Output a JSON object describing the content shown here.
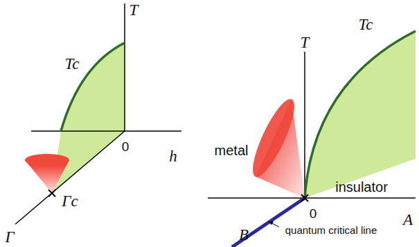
{
  "diagram": {
    "labels": [
      "T",
      "Tc",
      "0",
      "h",
      "Γc",
      "Γ",
      "T",
      "Tc",
      "metal",
      "insulator",
      "0",
      "A",
      "B",
      "quantum critical line"
    ]
  }
}
